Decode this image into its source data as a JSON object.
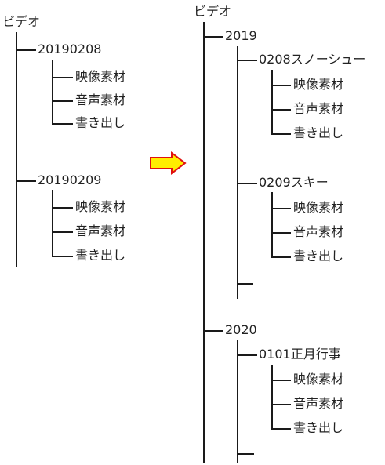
{
  "before": {
    "root": "ビデオ",
    "groups": [
      {
        "label": "20190208",
        "children": [
          "映像素材",
          "音声素材",
          "書き出し"
        ]
      },
      {
        "label": "20190209",
        "children": [
          "映像素材",
          "音声素材",
          "書き出し"
        ]
      }
    ]
  },
  "after": {
    "root": "ビデオ",
    "years": [
      {
        "label": "2019",
        "folders": [
          {
            "label": "0208スノーシュー",
            "children": [
              "映像素材",
              "音声素材",
              "書き出し"
            ]
          },
          {
            "label": "0209スキー",
            "children": [
              "映像素材",
              "音声素材",
              "書き出し"
            ]
          }
        ]
      },
      {
        "label": "2020",
        "folders": [
          {
            "label": "0101正月行事",
            "children": [
              "映像素材",
              "音声素材",
              "書き出し"
            ]
          }
        ]
      }
    ]
  },
  "colors": {
    "arrow_fill": "#ffee00",
    "arrow_stroke": "#e01010",
    "line": "#1a1a1a",
    "text": "#222222"
  }
}
